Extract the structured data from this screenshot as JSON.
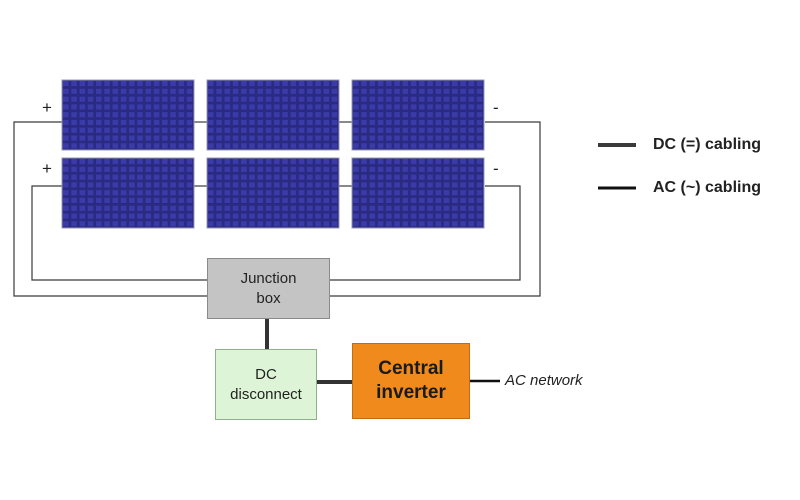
{
  "panels": {
    "positive_label": "+",
    "negative_label": "-",
    "cell_color": "#3a3aa8",
    "frame_color": "#2a2a80"
  },
  "legend": {
    "dc_label": "DC (=) cabling",
    "ac_label": "AC (~) cabling",
    "dc_color": "#3a3a3a",
    "ac_color": "#111111"
  },
  "blocks": {
    "junction_box": [
      "Junction",
      "box"
    ],
    "dc_disconnect": [
      "DC",
      "disconnect"
    ],
    "central_inverter": [
      "Central",
      "inverter"
    ]
  },
  "ac_network_label": "AC network"
}
